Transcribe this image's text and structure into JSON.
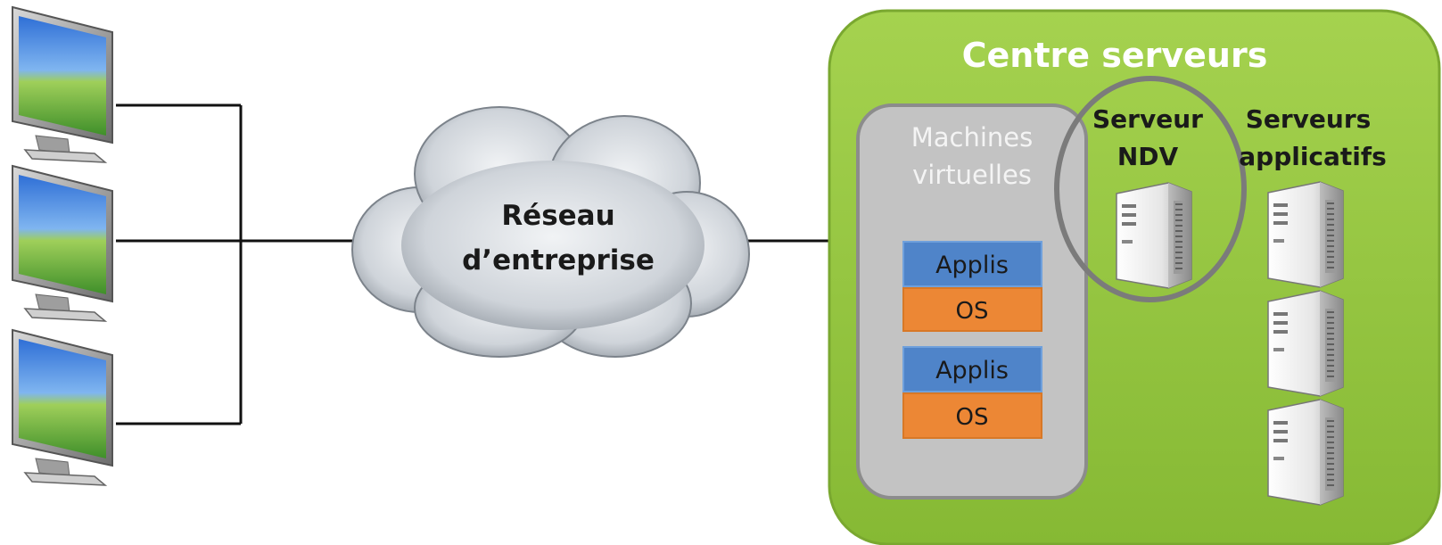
{
  "colors": {
    "datacenter_fill": "#94c63f",
    "datacenter_border": "#7fae2e",
    "vm_panel_fill": "#c2c2c2",
    "vm_panel_border": "#8c8c8c",
    "applis_fill": "#4f84c9",
    "os_fill": "#ec8735",
    "highlight_ring": "#7b7b7b",
    "cloud_fill": "#d5d9de",
    "line": "#111111"
  },
  "icons": {
    "client": "monitor-icon",
    "server": "tower-server-icon",
    "network": "cloud-icon"
  },
  "network": {
    "label_line1": "Réseau",
    "label_line2": "d’entreprise"
  },
  "datacenter": {
    "title": "Centre serveurs",
    "vm_panel": {
      "title_line1": "Machines",
      "title_line2": "virtuelles",
      "vm1": {
        "applis": "Applis",
        "os": "OS"
      },
      "vm2": {
        "applis": "Applis",
        "os": "OS"
      }
    },
    "ndv": {
      "title_line1": "Serveur",
      "title_line2": "NDV"
    },
    "app_servers": {
      "title_line1": "Serveurs",
      "title_line2": "applicatifs"
    }
  }
}
